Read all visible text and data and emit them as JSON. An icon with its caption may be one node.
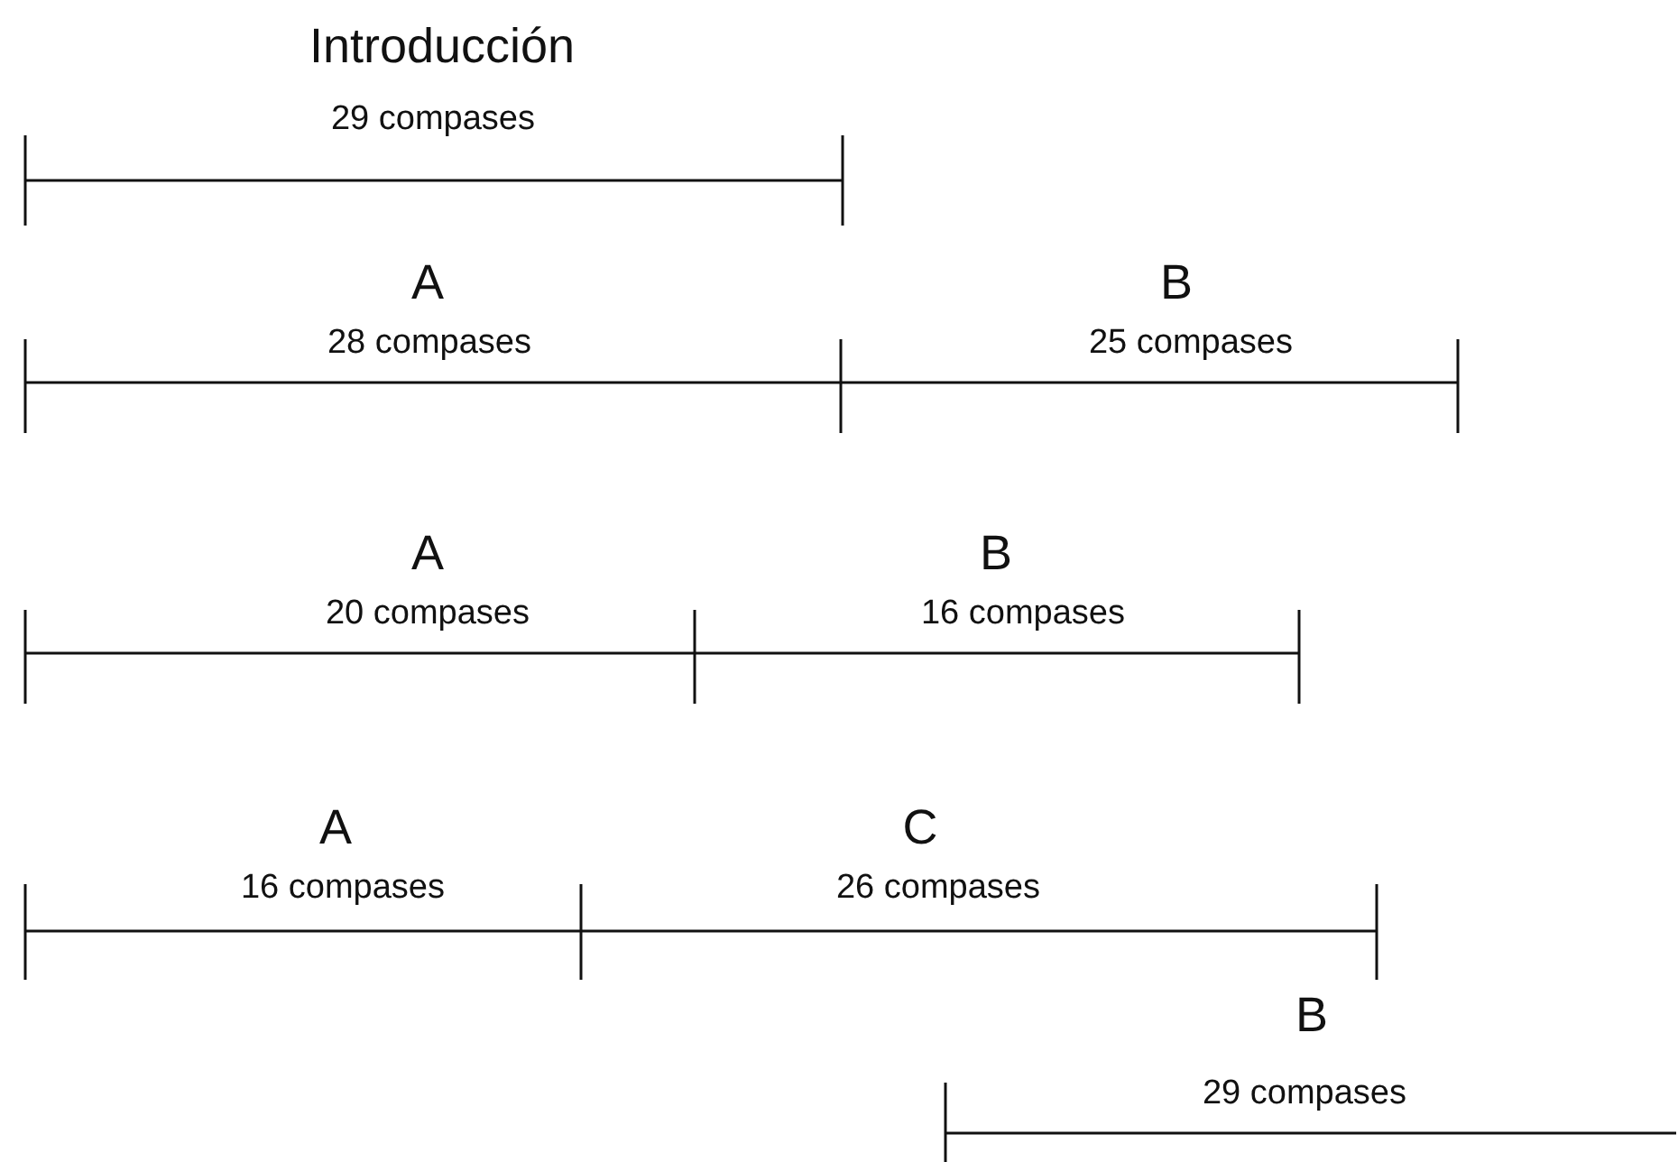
{
  "diagram": {
    "labels": [
      "Introducción",
      "29 compases",
      "A",
      "28 compases",
      "B",
      "25 compases",
      "A",
      "20 compases",
      "B",
      "16 compases",
      "A",
      "16 compases",
      "C",
      "26 compases",
      "B",
      "29 compases"
    ]
  }
}
